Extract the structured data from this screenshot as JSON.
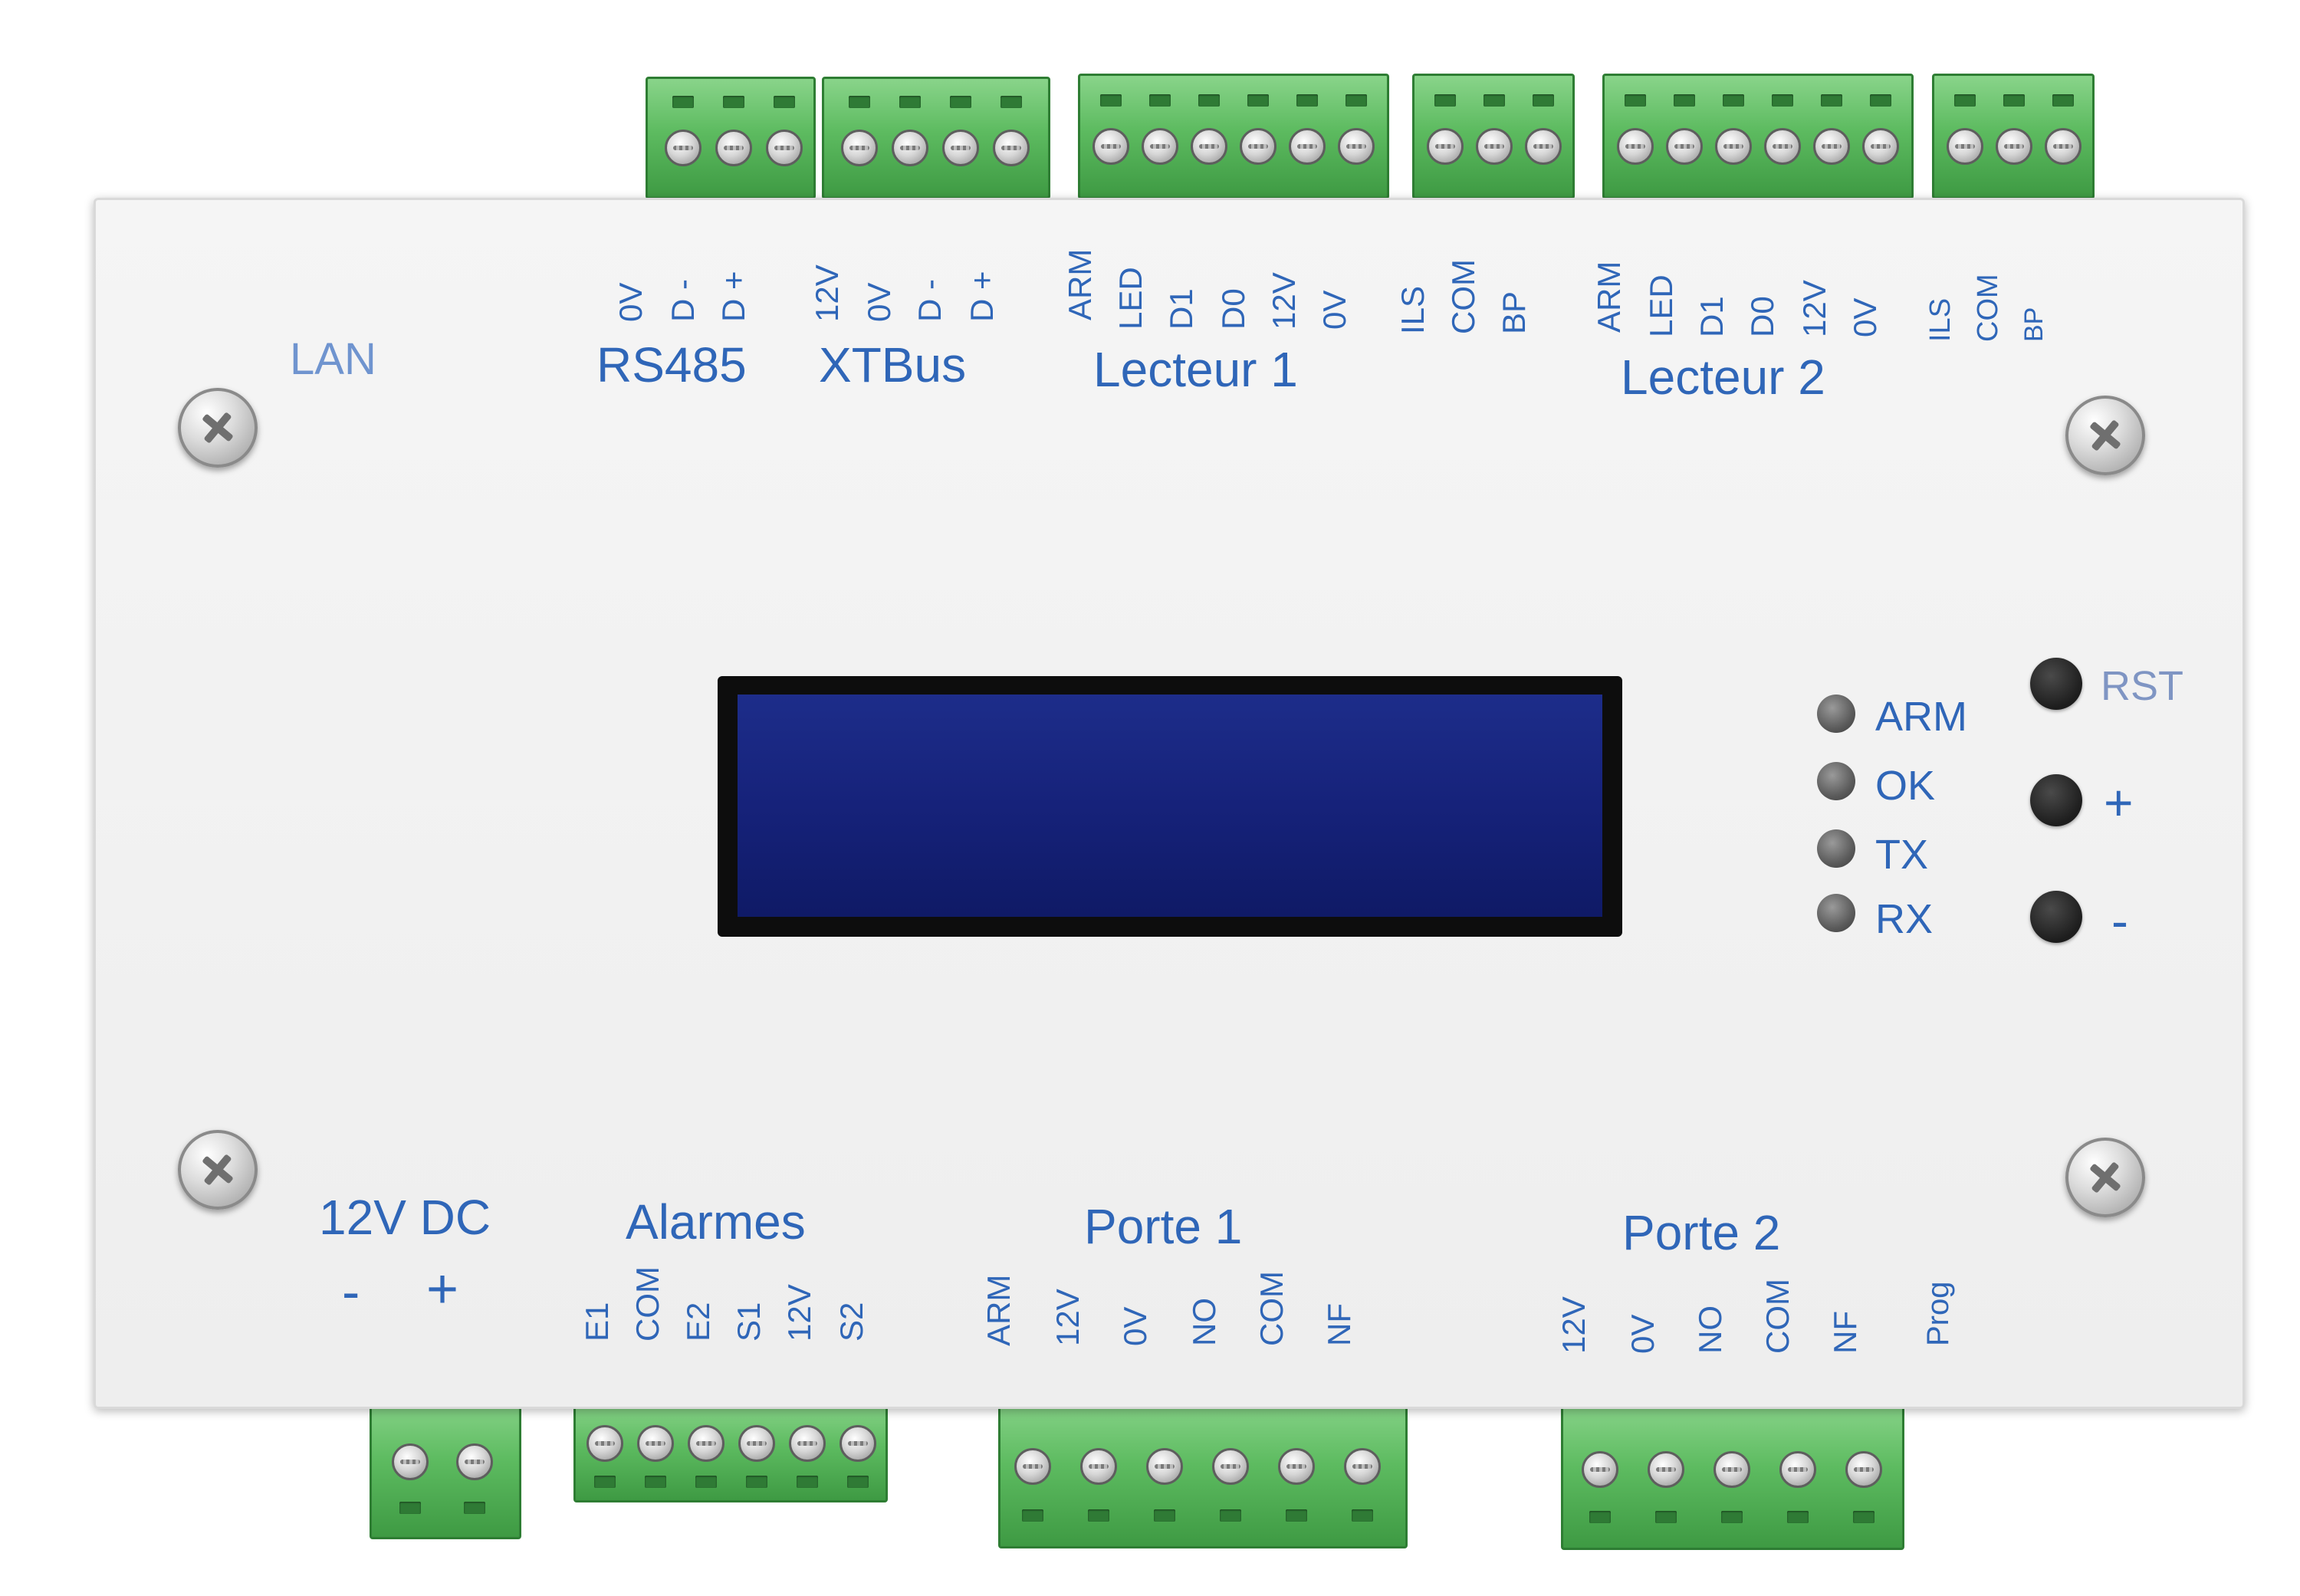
{
  "device": {
    "top": {
      "lan": "LAN",
      "rs485": {
        "title": "RS485",
        "pins": [
          "0V",
          "D -",
          "D +"
        ]
      },
      "xtbus": {
        "title": "XTBus",
        "pins": [
          "12V",
          "0V",
          "D -",
          "D +"
        ]
      },
      "lecteur1": {
        "title": "Lecteur 1",
        "pins": [
          "ARM",
          "LED",
          "D1",
          "D0",
          "12V",
          "0V"
        ],
        "aux_pins": [
          "ILS",
          "COM",
          "BP"
        ]
      },
      "lecteur2": {
        "title": "Lecteur 2",
        "pins": [
          "ARM",
          "LED",
          "D1",
          "D0",
          "12V",
          "0V"
        ],
        "aux_pins": [
          "ILS",
          "COM",
          "BP"
        ]
      }
    },
    "indicators": {
      "leds": [
        "ARM",
        "OK",
        "TX",
        "RX"
      ],
      "buttons": [
        "RST",
        "+",
        "-"
      ]
    },
    "bottom": {
      "power": {
        "title": "12V DC",
        "minus": "-",
        "plus": "+"
      },
      "alarmes": {
        "title": "Alarmes",
        "pins": [
          "E1",
          "COM",
          "E2",
          "S1",
          "12V",
          "S2"
        ]
      },
      "porte1": {
        "title": "Porte 1",
        "pins": [
          "ARM",
          "12V",
          "0V",
          "NO",
          "COM",
          "NF"
        ]
      },
      "porte2": {
        "title": "Porte 2",
        "pins": [
          "12V",
          "0V",
          "NO",
          "COM",
          "NF",
          "Prog"
        ]
      }
    },
    "colors": {
      "label_blue": "#2f66b8",
      "terminal_green": "#5dbb60",
      "lcd_blue": "#16227a"
    }
  }
}
